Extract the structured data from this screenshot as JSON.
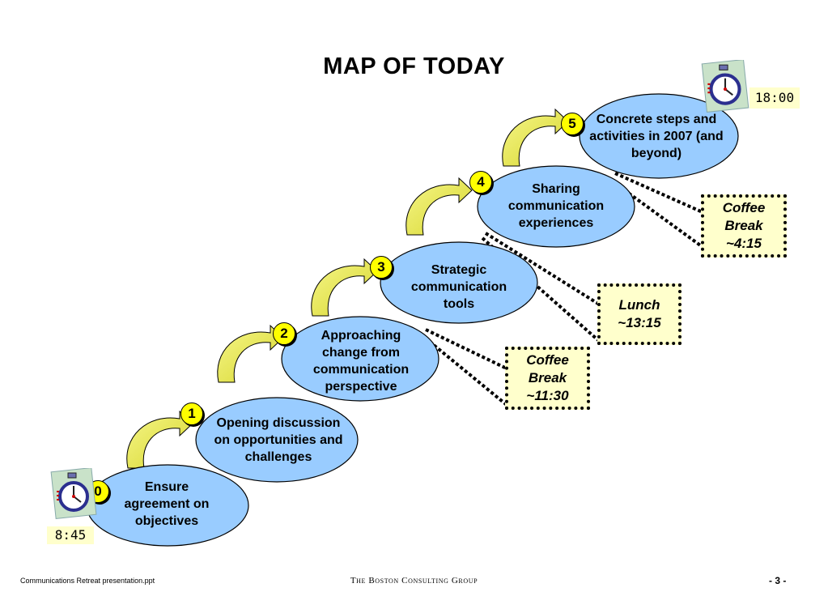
{
  "title": "MAP OF TODAY",
  "steps": [
    {
      "number": "0",
      "label": "Ensure agreement on objectives"
    },
    {
      "number": "1",
      "label": "Opening discussion on opportunities and challenges"
    },
    {
      "number": "2",
      "label": "Approaching change from communication perspective"
    },
    {
      "number": "3",
      "label": "Strategic communication tools"
    },
    {
      "number": "4",
      "label": "Sharing communication experiences"
    },
    {
      "number": "5",
      "label": "Concrete steps and activities in 2007 (and beyond)"
    }
  ],
  "breaks": [
    {
      "name": "Coffee Break",
      "time": "~11:30"
    },
    {
      "name": "Lunch",
      "time": "~13:15"
    },
    {
      "name": "Coffee Break",
      "time": "~4:15"
    }
  ],
  "start_time": "8:45",
  "end_time": "18:00",
  "footer": {
    "file": "Communications Retreat presentation.ppt",
    "company": "The Boston Consulting Group",
    "page": "- 3 -"
  },
  "colors": {
    "ellipse_fill": "#99ccff",
    "badge_fill": "#ffff00",
    "arrow_fill": "#e8e84a",
    "note_fill": "#ffffcc"
  },
  "icons": {
    "clock": "stopwatch-icon"
  }
}
